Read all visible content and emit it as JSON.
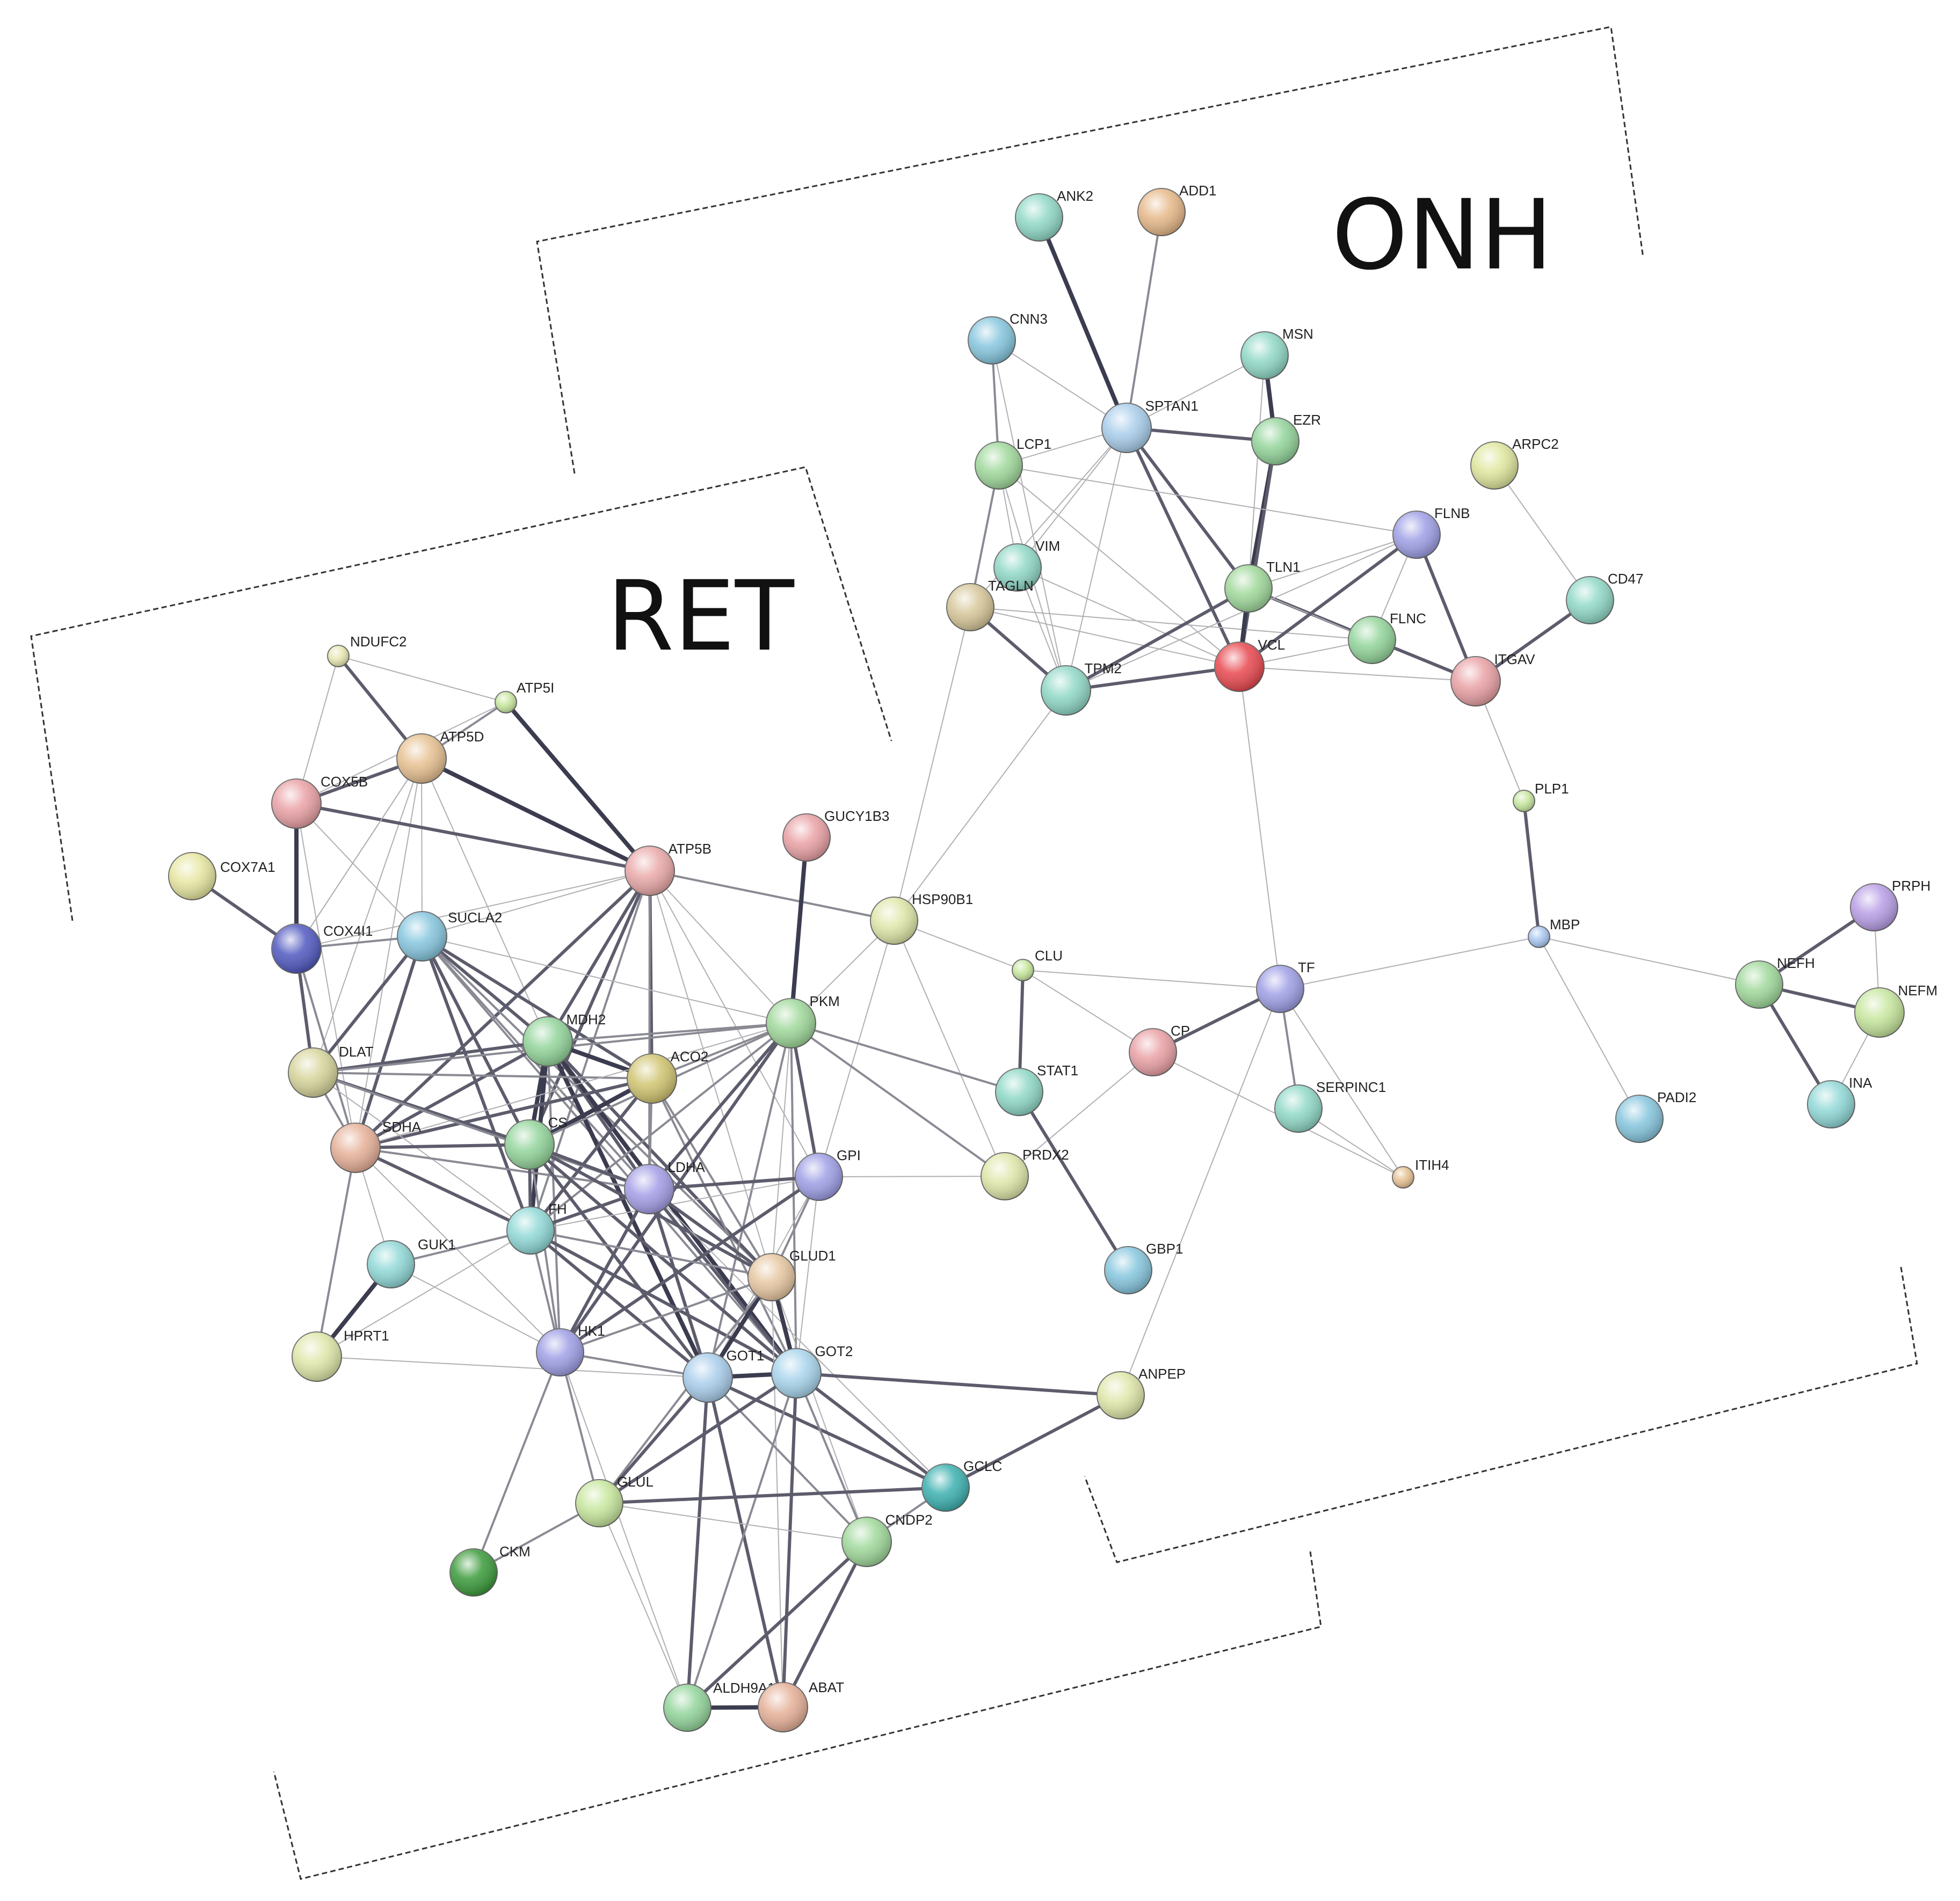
{
  "regions": {
    "onh": "ONH",
    "ret": "RET"
  },
  "nodes": [
    {
      "id": "ANK2",
      "color": "#8fd8c6"
    },
    {
      "id": "ADD1",
      "color": "#e6b888"
    },
    {
      "id": "CNN3",
      "color": "#86c6de"
    },
    {
      "id": "MSN",
      "color": "#8fd8c6"
    },
    {
      "id": "SPTAN1",
      "color": "#a8cdeb"
    },
    {
      "id": "EZR",
      "color": "#92d49a"
    },
    {
      "id": "LCP1",
      "color": "#9fd89a"
    },
    {
      "id": "ARPC2",
      "color": "#dfe69c"
    },
    {
      "id": "FLNB",
      "color": "#9e9ee6"
    },
    {
      "id": "VIM",
      "color": "#8fd8c6"
    },
    {
      "id": "TAGLN",
      "color": "#d6c698"
    },
    {
      "id": "TLN1",
      "color": "#9fd89a"
    },
    {
      "id": "CD47",
      "color": "#8fd8c6"
    },
    {
      "id": "FLNC",
      "color": "#92d49a"
    },
    {
      "id": "VCL",
      "color": "#e8484f"
    },
    {
      "id": "ITGAV",
      "color": "#e9a0a4"
    },
    {
      "id": "TPM2",
      "color": "#8fd8c6"
    },
    {
      "id": "NDUFC2",
      "color": "#e6e6b0"
    },
    {
      "id": "ATP5I",
      "color": "#c6e69c"
    },
    {
      "id": "ATP5D",
      "color": "#e6c090"
    },
    {
      "id": "COX5B",
      "color": "#e9a0a4"
    },
    {
      "id": "PLP1",
      "color": "#c6e69c"
    },
    {
      "id": "GUCY1B3",
      "color": "#e9a0a4"
    },
    {
      "id": "ATP5B",
      "color": "#eaa8a8"
    },
    {
      "id": "COX7A1",
      "color": "#e6e6a0"
    },
    {
      "id": "HSP90B1",
      "color": "#dfe6a8"
    },
    {
      "id": "MBP",
      "color": "#a8c6f0"
    },
    {
      "id": "PRPH",
      "color": "#b89ee6"
    },
    {
      "id": "COX4I1",
      "color": "#5058c0"
    },
    {
      "id": "SUCLA2",
      "color": "#86c6de"
    },
    {
      "id": "CLU",
      "color": "#c6e69c"
    },
    {
      "id": "TF",
      "color": "#9e9ee6"
    },
    {
      "id": "NEFH",
      "color": "#9fd89a"
    },
    {
      "id": "NEFM",
      "color": "#c6e69c"
    },
    {
      "id": "MDH2",
      "color": "#92d49a"
    },
    {
      "id": "PKM",
      "color": "#9fd89a"
    },
    {
      "id": "CP",
      "color": "#e9a0a4"
    },
    {
      "id": "ACO2",
      "color": "#d0c470"
    },
    {
      "id": "DLAT",
      "color": "#d6d49a"
    },
    {
      "id": "STAT1",
      "color": "#8fd8c6"
    },
    {
      "id": "SERPINC1",
      "color": "#8fd8c6"
    },
    {
      "id": "PADI2",
      "color": "#86c6de"
    },
    {
      "id": "INA",
      "color": "#8fd8d6"
    },
    {
      "id": "SDHA",
      "color": "#e6b098"
    },
    {
      "id": "CS",
      "color": "#92d49a"
    },
    {
      "id": "GPI",
      "color": "#9e9ee6"
    },
    {
      "id": "PRDX2",
      "color": "#dfe6a8"
    },
    {
      "id": "ITIH4",
      "color": "#e6c090"
    },
    {
      "id": "LDHA",
      "color": "#a49ee6"
    },
    {
      "id": "FH",
      "color": "#8fd8d6"
    },
    {
      "id": "GUK1",
      "color": "#8fd8d6"
    },
    {
      "id": "GLUD1",
      "color": "#e6c6a0"
    },
    {
      "id": "GBP1",
      "color": "#86c6de"
    },
    {
      "id": "HPRT1",
      "color": "#dfe6a8"
    },
    {
      "id": "HK1",
      "color": "#9e9ee6"
    },
    {
      "id": "GOT1",
      "color": "#a8cdeb"
    },
    {
      "id": "GOT2",
      "color": "#a8d4ec"
    },
    {
      "id": "ANPEP",
      "color": "#dfe6a8"
    },
    {
      "id": "GCLC",
      "color": "#3cb0b0"
    },
    {
      "id": "GLUL",
      "color": "#c6e69c"
    },
    {
      "id": "CNDP2",
      "color": "#9fd89a"
    },
    {
      "id": "CKM",
      "color": "#3a9a3a"
    },
    {
      "id": "ALDH9A1",
      "color": "#92d49a"
    },
    {
      "id": "ABAT",
      "color": "#e6b098"
    }
  ],
  "edges": [
    [
      "ANK2",
      "SPTAN1",
      4
    ],
    [
      "ADD1",
      "SPTAN1",
      2
    ],
    [
      "CNN3",
      "SPTAN1",
      1
    ],
    [
      "CNN3",
      "LCP1",
      2
    ],
    [
      "CNN3",
      "TPM2",
      1
    ],
    [
      "MSN",
      "SPTAN1",
      1
    ],
    [
      "MSN",
      "EZR",
      4
    ],
    [
      "MSN",
      "TLN1",
      1
    ],
    [
      "SPTAN1",
      "EZR",
      3
    ],
    [
      "SPTAN1",
      "TLN1",
      3
    ],
    [
      "SPTAN1",
      "VCL",
      3
    ],
    [
      "SPTAN1",
      "TPM2",
      1
    ],
    [
      "SPTAN1",
      "VIM",
      1
    ],
    [
      "SPTAN1",
      "TAGLN",
      1
    ],
    [
      "SPTAN1",
      "LCP1",
      1
    ],
    [
      "EZR",
      "TLN1",
      4
    ],
    [
      "EZR",
      "VCL",
      3
    ],
    [
      "LCP1",
      "TAGLN",
      2
    ],
    [
      "LCP1",
      "VIM",
      1
    ],
    [
      "LCP1",
      "TPM2",
      1
    ],
    [
      "LCP1",
      "FLNB",
      1
    ],
    [
      "LCP1",
      "VCL",
      1
    ],
    [
      "VIM",
      "TPM2",
      1
    ],
    [
      "VIM",
      "VCL",
      1
    ],
    [
      "TAGLN",
      "TPM2",
      3
    ],
    [
      "TAGLN",
      "VCL",
      1
    ],
    [
      "TAGLN",
      "HSP90B1",
      1
    ],
    [
      "TAGLN",
      "FLNC",
      1
    ],
    [
      "TLN1",
      "VCL",
      4
    ],
    [
      "TLN1",
      "FLNB",
      1
    ],
    [
      "TLN1",
      "ITGAV",
      3
    ],
    [
      "TLN1",
      "FLNC",
      1
    ],
    [
      "TLN1",
      "TPM2",
      3
    ],
    [
      "FLNB",
      "VCL",
      3
    ],
    [
      "FLNB",
      "FLNC",
      1
    ],
    [
      "FLNB",
      "ITGAV",
      3
    ],
    [
      "FLNB",
      "TPM2",
      1
    ],
    [
      "FLNC",
      "VCL",
      1
    ],
    [
      "VCL",
      "ITGAV",
      1
    ],
    [
      "VCL",
      "TPM2",
      3
    ],
    [
      "VCL",
      "TF",
      1
    ],
    [
      "ARPC2",
      "CD47",
      1
    ],
    [
      "CD47",
      "ITGAV",
      3
    ],
    [
      "ITGAV",
      "PLP1",
      1
    ],
    [
      "PLP1",
      "MBP",
      3
    ],
    [
      "TPM2",
      "HSP90B1",
      1
    ],
    [
      "MBP",
      "TF",
      1
    ],
    [
      "MBP",
      "PADI2",
      1
    ],
    [
      "MBP",
      "NEFH",
      1
    ],
    [
      "PRPH",
      "NEFH",
      3
    ],
    [
      "PRPH",
      "NEFM",
      1
    ],
    [
      "NEFH",
      "NEFM",
      3
    ],
    [
      "NEFH",
      "INA",
      3
    ],
    [
      "NEFM",
      "INA",
      1
    ],
    [
      "TF",
      "CP",
      3
    ],
    [
      "TF",
      "SERPINC1",
      2
    ],
    [
      "TF",
      "ITIH4",
      1
    ],
    [
      "TF",
      "CLU",
      1
    ],
    [
      "TF",
      "ANPEP",
      1
    ],
    [
      "SERPINC1",
      "ITIH4",
      1
    ],
    [
      "CP",
      "ITIH4",
      1
    ],
    [
      "CP",
      "CLU",
      1
    ],
    [
      "CP",
      "PRDX2",
      1
    ],
    [
      "CLU",
      "STAT1",
      3
    ],
    [
      "CLU",
      "HSP90B1",
      1
    ],
    [
      "STAT1",
      "GBP1",
      3
    ],
    [
      "STAT1",
      "PKM",
      1
    ],
    [
      "HSP90B1",
      "PKM",
      1
    ],
    [
      "HSP90B1",
      "ATP5B",
      2
    ],
    [
      "HSP90B1",
      "GPI",
      1
    ],
    [
      "HSP90B1",
      "PRDX2",
      1
    ],
    [
      "GUCY1B3",
      "PKM",
      4
    ],
    [
      "NDUFC2",
      "COX5B",
      1
    ],
    [
      "NDUFC2",
      "ATP5D",
      3
    ],
    [
      "NDUFC2",
      "ATP5I",
      1
    ],
    [
      "ATP5I",
      "ATP5D",
      2
    ],
    [
      "ATP5I",
      "ATP5B",
      4
    ],
    [
      "ATP5I",
      "COX5B",
      1
    ],
    [
      "ATP5D",
      "ATP5B",
      4
    ],
    [
      "ATP5D",
      "COX5B",
      3
    ],
    [
      "ATP5D",
      "COX4I1",
      1
    ],
    [
      "ATP5D",
      "SUCLA2",
      1
    ],
    [
      "ATP5D",
      "MDH2",
      1
    ],
    [
      "ATP5D",
      "DLAT",
      1
    ],
    [
      "ATP5D",
      "SDHA",
      1
    ],
    [
      "COX5B",
      "COX4I1",
      4
    ],
    [
      "COX5B",
      "ATP5B",
      3
    ],
    [
      "COX5B",
      "SUCLA2",
      1
    ],
    [
      "COX5B",
      "SDHA",
      1
    ],
    [
      "COX7A1",
      "COX4I1",
      3
    ],
    [
      "COX4I1",
      "SUCLA2",
      2
    ],
    [
      "COX4I1",
      "DLAT",
      3
    ],
    [
      "COX4I1",
      "ATP5D",
      1
    ],
    [
      "COX4I1",
      "SDHA",
      2
    ],
    [
      "ATP5B",
      "SUCLA2",
      1
    ],
    [
      "ATP5B",
      "MDH2",
      3
    ],
    [
      "ATP5B",
      "ACO2",
      3
    ],
    [
      "ATP5B",
      "CS",
      3
    ],
    [
      "ATP5B",
      "SDHA",
      3
    ],
    [
      "ATP5B",
      "FH",
      2
    ],
    [
      "ATP5B",
      "LDHA",
      2
    ],
    [
      "ATP5B",
      "PKM",
      1
    ],
    [
      "ATP5B",
      "GPI",
      1
    ],
    [
      "ATP5B",
      "GLUD1",
      1
    ],
    [
      "ATP5B",
      "COX4I1",
      1
    ],
    [
      "SUCLA2",
      "MDH2",
      3
    ],
    [
      "SUCLA2",
      "ACO2",
      3
    ],
    [
      "SUCLA2",
      "CS",
      3
    ],
    [
      "SUCLA2",
      "SDHA",
      3
    ],
    [
      "SUCLA2",
      "FH",
      3
    ],
    [
      "SUCLA2",
      "DLAT",
      3
    ],
    [
      "SUCLA2",
      "LDHA",
      2
    ],
    [
      "SUCLA2",
      "GLUD1",
      2
    ],
    [
      "SUCLA2",
      "PKM",
      1
    ],
    [
      "SUCLA2",
      "GOT2",
      2
    ],
    [
      "MDH2",
      "ACO2",
      4
    ],
    [
      "MDH2",
      "CS",
      4
    ],
    [
      "MDH2",
      "FH",
      4
    ],
    [
      "MDH2",
      "SDHA",
      3
    ],
    [
      "MDH2",
      "DLAT",
      3
    ],
    [
      "MDH2",
      "LDHA",
      3
    ],
    [
      "MDH2",
      "GOT1",
      4
    ],
    [
      "MDH2",
      "GOT2",
      4
    ],
    [
      "MDH2",
      "PKM",
      2
    ],
    [
      "MDH2",
      "GLUD1",
      3
    ],
    [
      "MDH2",
      "HK1",
      2
    ],
    [
      "ACO2",
      "CS",
      4
    ],
    [
      "ACO2",
      "FH",
      3
    ],
    [
      "ACO2",
      "SDHA",
      3
    ],
    [
      "ACO2",
      "DLAT",
      2
    ],
    [
      "ACO2",
      "LDHA",
      2
    ],
    [
      "ACO2",
      "GLUD1",
      2
    ],
    [
      "ACO2",
      "PKM",
      2
    ],
    [
      "ACO2",
      "GOT2",
      2
    ],
    [
      "PKM",
      "LDHA",
      3
    ],
    [
      "PKM",
      "GPI",
      3
    ],
    [
      "PKM",
      "CS",
      2
    ],
    [
      "PKM",
      "FH",
      2
    ],
    [
      "PKM",
      "HK1",
      3
    ],
    [
      "PKM",
      "GOT1",
      2
    ],
    [
      "PKM",
      "GOT2",
      2
    ],
    [
      "PKM",
      "STAT1",
      2
    ],
    [
      "PKM",
      "PRDX2",
      2
    ],
    [
      "PKM",
      "DLAT",
      2
    ],
    [
      "PKM",
      "SDHA",
      1
    ],
    [
      "PKM",
      "GLUD1",
      1
    ],
    [
      "DLAT",
      "CS",
      3
    ],
    [
      "DLAT",
      "SDHA",
      2
    ],
    [
      "DLAT",
      "LDHA",
      2
    ],
    [
      "DLAT",
      "FH",
      1
    ],
    [
      "SDHA",
      "CS",
      3
    ],
    [
      "SDHA",
      "FH",
      3
    ],
    [
      "SDHA",
      "GUK1",
      1
    ],
    [
      "SDHA",
      "HPRT1",
      2
    ],
    [
      "SDHA",
      "LDHA",
      2
    ],
    [
      "SDHA",
      "HK1",
      1
    ],
    [
      "CS",
      "FH",
      3
    ],
    [
      "CS",
      "LDHA",
      3
    ],
    [
      "CS",
      "GLUD1",
      3
    ],
    [
      "CS",
      "GOT1",
      3
    ],
    [
      "CS",
      "GOT2",
      3
    ],
    [
      "CS",
      "HK1",
      2
    ],
    [
      "GPI",
      "LDHA",
      3
    ],
    [
      "GPI",
      "HK1",
      3
    ],
    [
      "GPI",
      "FH",
      1
    ],
    [
      "GPI",
      "GLUD1",
      2
    ],
    [
      "GPI",
      "GOT1",
      1
    ],
    [
      "GPI",
      "PRDX2",
      1
    ],
    [
      "GPI",
      "GOT2",
      1
    ],
    [
      "LDHA",
      "FH",
      3
    ],
    [
      "LDHA",
      "GLUD1",
      3
    ],
    [
      "LDHA",
      "HK1",
      3
    ],
    [
      "LDHA",
      "GOT1",
      3
    ],
    [
      "LDHA",
      "GOT2",
      3
    ],
    [
      "LDHA",
      "GCLC",
      1
    ],
    [
      "FH",
      "GUK1",
      2
    ],
    [
      "FH",
      "HK1",
      2
    ],
    [
      "FH",
      "GOT1",
      3
    ],
    [
      "FH",
      "GOT2",
      3
    ],
    [
      "FH",
      "GLUD1",
      2
    ],
    [
      "FH",
      "HPRT1",
      1
    ],
    [
      "GUK1",
      "HPRT1",
      4
    ],
    [
      "GUK1",
      "HK1",
      1
    ],
    [
      "GLUD1",
      "GOT1",
      4
    ],
    [
      "GLUD1",
      "GOT2",
      4
    ],
    [
      "GLUD1",
      "HK1",
      2
    ],
    [
      "GLUD1",
      "GLUL",
      2
    ],
    [
      "GLUD1",
      "CNDP2",
      1
    ],
    [
      "GLUD1",
      "ABAT",
      1
    ],
    [
      "HPRT1",
      "GOT1",
      1
    ],
    [
      "HK1",
      "GOT1",
      2
    ],
    [
      "HK1",
      "GLUL",
      2
    ],
    [
      "HK1",
      "CKM",
      2
    ],
    [
      "HK1",
      "ALDH9A1",
      1
    ],
    [
      "GOT1",
      "GOT2",
      4
    ],
    [
      "GOT1",
      "GCLC",
      3
    ],
    [
      "GOT1",
      "GLUL",
      3
    ],
    [
      "GOT1",
      "CNDP2",
      2
    ],
    [
      "GOT1",
      "ALDH9A1",
      3
    ],
    [
      "GOT1",
      "ABAT",
      3
    ],
    [
      "GOT2",
      "GCLC",
      3
    ],
    [
      "GOT2",
      "GLUL",
      3
    ],
    [
      "GOT2",
      "CNDP2",
      2
    ],
    [
      "GOT2",
      "ABAT",
      3
    ],
    [
      "GOT2",
      "ALDH9A1",
      2
    ],
    [
      "GOT2",
      "ANPEP",
      3
    ],
    [
      "ANPEP",
      "GCLC",
      3
    ],
    [
      "GCLC",
      "GLUL",
      3
    ],
    [
      "GCLC",
      "CNDP2",
      2
    ],
    [
      "GLUL",
      "CKM",
      2
    ],
    [
      "GLUL",
      "CNDP2",
      1
    ],
    [
      "GLUL",
      "ALDH9A1",
      1
    ],
    [
      "CNDP2",
      "ALDH9A1",
      3
    ],
    [
      "CNDP2",
      "ABAT",
      3
    ],
    [
      "ALDH9A1",
      "ABAT",
      4
    ]
  ]
}
